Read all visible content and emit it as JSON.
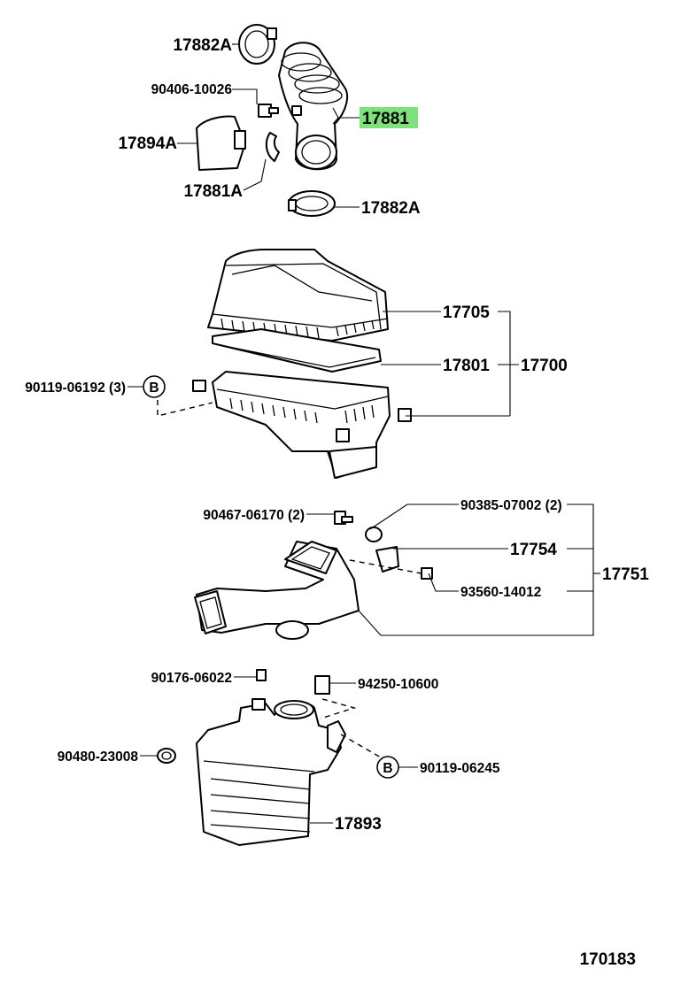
{
  "diagram": {
    "highlight_color": "#7ee27a",
    "parts": {
      "clamp_top": "17882A",
      "bolt_small": "90406-10026",
      "hose": "17881",
      "resonator_cap": "17894A",
      "clip": "17881A",
      "clamp_bottom": "17882A",
      "cap_sub": "17705",
      "element": "17801",
      "cleaner_assy": "17700",
      "case_bolt": "90119-06192 (3)",
      "inlet_bolt": "90467-06170 (2)",
      "inlet_grommet": "90385-07002 (2)",
      "inlet_bracket": "17754",
      "inlet_screw": "93560-14012",
      "inlet_assy": "17751",
      "resonator_nut": "90176-06022",
      "resonator_clip": "94250-10600",
      "resonator_grommet": "90480-23008",
      "resonator_bolt": "90119-06245",
      "resonator": "17893"
    },
    "callout_b": "B",
    "figure_number": "170183"
  }
}
